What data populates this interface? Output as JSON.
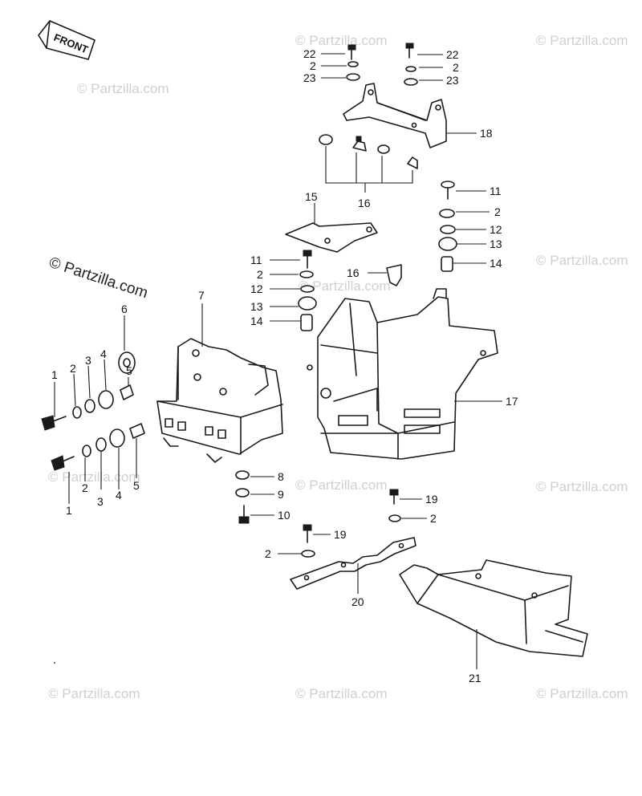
{
  "front_label": "FRONT",
  "watermark_main": "© Partzilla.com",
  "watermark_faint": "© Partzilla.com",
  "callouts": {
    "n1": "1",
    "n2": "2",
    "n3": "3",
    "n4": "4",
    "n5": "5",
    "n6": "6",
    "n7": "7",
    "n8": "8",
    "n9": "9",
    "n10": "10",
    "n11": "11",
    "n12": "12",
    "n13": "13",
    "n14": "14",
    "n15": "15",
    "n16": "16",
    "n17": "17",
    "n18": "18",
    "n19": "19",
    "n20": "20",
    "n21": "21",
    "n22": "22",
    "n23": "23"
  },
  "colors": {
    "line": "#1a1a1a",
    "watermark": "#cfcfcf"
  }
}
